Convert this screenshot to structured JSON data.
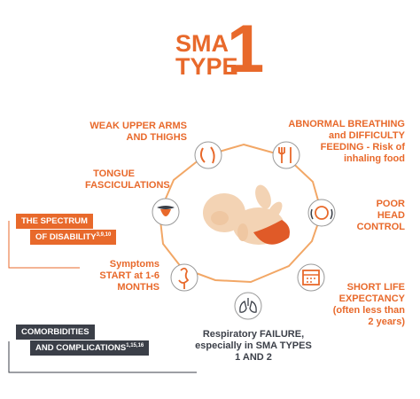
{
  "title": {
    "line1": "SMA",
    "line2": "TYPE",
    "number": "1"
  },
  "labels": {
    "weak_arms": [
      "WEAK UPPER ARMS",
      "AND THIGHS"
    ],
    "abnormal_breathing": [
      "ABNORMAL BREATHING",
      "and DIFFICULTY",
      "FEEDING - Risk of",
      "inhaling food"
    ],
    "tongue": [
      "TONGUE",
      "FASCICULATIONS"
    ],
    "poor_head": [
      "POOR",
      "HEAD",
      "CONTROL"
    ],
    "symptoms": [
      "Symptoms",
      "START at 1-6",
      "MONTHS"
    ],
    "short_life": [
      "SHORT LIFE",
      "EXPECTANCY",
      "(often less than",
      "2 years)"
    ],
    "respiratory": [
      "Respiratory FAILURE,",
      "especially in SMA TYPES",
      "1 AND 2"
    ]
  },
  "badges": {
    "spectrum_line1": "THE SPECTRUM",
    "spectrum_line2": "OF DISABILITY",
    "spectrum_refs": "3,9,10",
    "comorbid_line1": "COMORBIDITIES",
    "comorbid_line2": "AND COMPLICATIONS",
    "comorbid_refs": "1,15,16"
  },
  "icons": [
    "arm-leg-icon",
    "fork-knife-icon",
    "tongue-icon",
    "head-icon",
    "flamingo-icon",
    "calendar-icon",
    "lungs-icon"
  ],
  "colors": {
    "accent": "#e8692b",
    "dark": "#3b3f48",
    "skin": "#f3d3b4"
  }
}
